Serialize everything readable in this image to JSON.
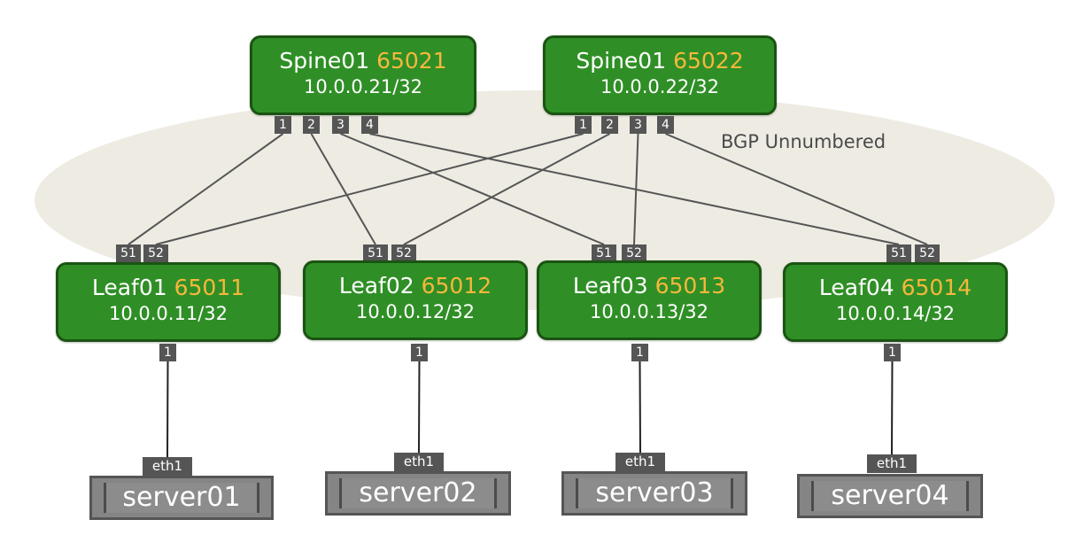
{
  "diagram": {
    "ellipse_label": "BGP Unnumbered",
    "spines": [
      {
        "name": "Spine01",
        "asn": "65021",
        "ip": "10.0.0.21/32",
        "ports": [
          "1",
          "2",
          "3",
          "4"
        ]
      },
      {
        "name": "Spine01",
        "asn": "65022",
        "ip": "10.0.0.22/32",
        "ports": [
          "1",
          "2",
          "3",
          "4"
        ]
      }
    ],
    "leaves": [
      {
        "name": "Leaf01",
        "asn": "65011",
        "ip": "10.0.0.11/32",
        "uplinks": [
          "51",
          "52"
        ],
        "downlink": "1"
      },
      {
        "name": "Leaf02",
        "asn": "65012",
        "ip": "10.0.0.12/32",
        "uplinks": [
          "51",
          "52"
        ],
        "downlink": "1"
      },
      {
        "name": "Leaf03",
        "asn": "65013",
        "ip": "10.0.0.13/32",
        "uplinks": [
          "51",
          "52"
        ],
        "downlink": "1"
      },
      {
        "name": "Leaf04",
        "asn": "65014",
        "ip": "10.0.0.14/32",
        "uplinks": [
          "51",
          "52"
        ],
        "downlink": "1"
      }
    ],
    "servers": [
      {
        "name": "server01",
        "port": "eth1"
      },
      {
        "name": "server02",
        "port": "eth1"
      },
      {
        "name": "server03",
        "port": "eth1"
      },
      {
        "name": "server04",
        "port": "eth1"
      }
    ],
    "colors": {
      "node_fill": "#2f8f26",
      "node_border": "#1a5412",
      "asn_text": "#f6b73c",
      "ellipse": "#eeebe3",
      "port_fill": "#555555",
      "server_fill": "#858585",
      "wire": "#555555"
    }
  }
}
